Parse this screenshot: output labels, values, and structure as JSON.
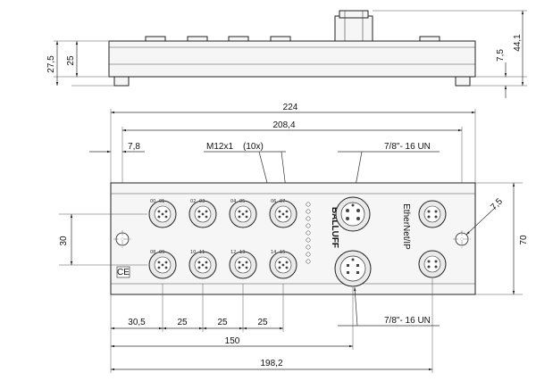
{
  "side_view": {
    "dims": {
      "total_height": "27,5",
      "base_height": "25",
      "connector_height": "44,1",
      "flange": "7,5"
    }
  },
  "front_view": {
    "dims": {
      "overall_length": "224",
      "hole_spacing": "208,4",
      "edge_to_hole": "7,8",
      "port_label": "M12x1",
      "port_count": "(10x)",
      "power_in_label": "7/8\"- 16 UN",
      "power_out_label": "7/8\"- 16 UN",
      "row_spacing": "30",
      "height": "70",
      "hole_diameter": "7,5",
      "first_port_offset": "30,5",
      "pitch_1": "25",
      "pitch_2": "25",
      "pitch_3": "25",
      "to_power": "150",
      "to_last_port": "198,2"
    },
    "marks": {
      "brand": "BALLUFF",
      "ce": "CE",
      "network": "EtherNet/IP"
    },
    "port_labels": [
      "00",
      "01",
      "02",
      "03",
      "04",
      "05",
      "06",
      "07",
      "08",
      "09",
      "10",
      "11",
      "12",
      "13",
      "14",
      "15"
    ]
  }
}
